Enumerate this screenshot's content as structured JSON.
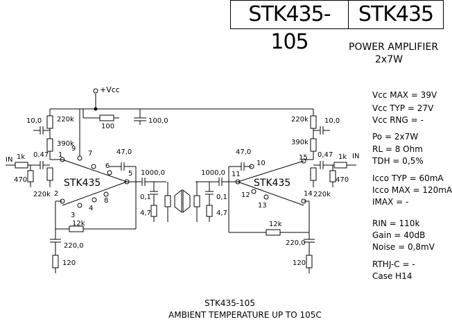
{
  "header": {
    "part_number": "STK435-105",
    "family": "STK435"
  },
  "title": {
    "line1": "POWER AMPLIFIER",
    "line2": "2x7W"
  },
  "specs": [
    "Vcc MAX = 39V",
    "Vcc TYP = 27V",
    "Vcc RNG = -",
    "Po = 2x7W",
    "RL = 8 Ohm",
    "TDH = 0,5%",
    "Icco TYP = 60mA",
    "Icco MAX = 120mA",
    "IMAX = -",
    "RIN = 110k",
    "Gain = 40dB",
    "Noise = 0,8mV",
    "RTHJ-C = -",
    "Case H14"
  ],
  "footer": {
    "line1": "STK435-105",
    "line2": "AMBIENT TEMPERATURE UP TO 105C"
  },
  "schematic": {
    "ic_label": "STK435",
    "vcc_label": "+Vcc",
    "labels": {
      "r_10_0": "10,0",
      "r_220k_top": "220k",
      "r_390k": "390k",
      "c_0_47": "0,47",
      "r_1k": "1k",
      "r_470": "470",
      "r_220k_bot": "220k",
      "in": "IN",
      "r_100": "100",
      "c_100_0": "100,0",
      "c_47_0": "47,0",
      "c_1000_0": "1000,0",
      "c_0_1": "0,1",
      "r_4_7": "4,7",
      "r_12k": "12k",
      "c_220_0": "220,0",
      "r_120": "120",
      "p1": "1",
      "p2": "2",
      "p3": "3",
      "p4": "4",
      "p5": "5",
      "p6": "6",
      "p7": "7",
      "p8": "8",
      "p9": "9",
      "p10": "10",
      "p11": "11",
      "p12": "12",
      "p13": "13",
      "p14": "14",
      "p15": "15"
    }
  }
}
